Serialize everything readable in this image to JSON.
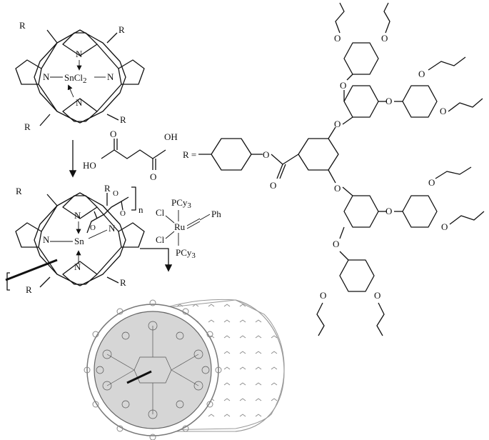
{
  "porphyrin_top": {
    "r_labels": [
      "R",
      "R",
      "R",
      "R"
    ],
    "n_labels": [
      "N",
      "N",
      "N",
      "N"
    ],
    "metal": "SnCl",
    "metal_sub": "2"
  },
  "reagent_acid": {
    "oh_left": "HO",
    "oh_right": "OH",
    "o_left": "O",
    "o_right": "O"
  },
  "porphyrin_bottom": {
    "r_labels": [
      "R",
      "R",
      "R",
      "R"
    ],
    "n_labels": [
      "N",
      "N",
      "N",
      "N"
    ],
    "metal": "Sn",
    "o_labels": [
      "O",
      "O",
      "O"
    ],
    "poly_sub": "n"
  },
  "catalyst": {
    "cl_top": "Cl",
    "cl_bottom": "Cl",
    "pcy_top": "PCy",
    "pcy_bottom": "PCy",
    "cy_sub": "3",
    "metal": "Ru",
    "ph": "Ph"
  },
  "dendron": {
    "r_eq": "R =",
    "o_labels": [
      "O",
      "O",
      "O",
      "O",
      "O",
      "O",
      "O",
      "O",
      "O",
      "O",
      "O",
      "O",
      "O",
      "O",
      "O",
      "O"
    ]
  }
}
